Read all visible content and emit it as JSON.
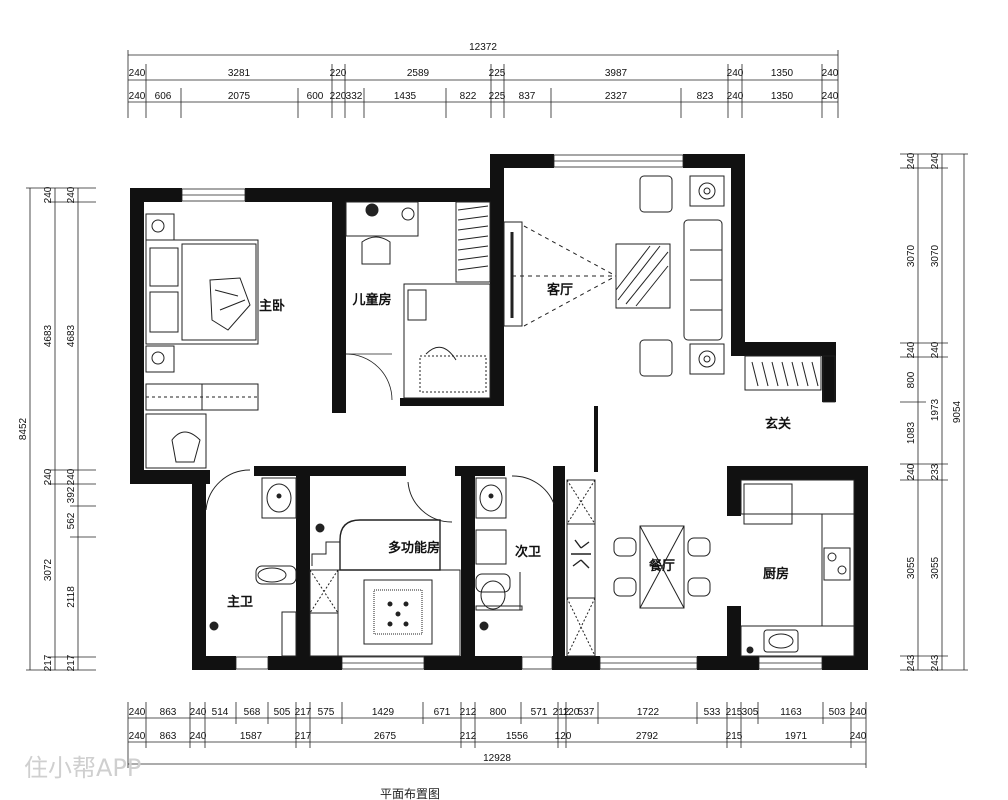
{
  "rooms": {
    "master_bedroom": "主卧",
    "kids_room": "儿童房",
    "living_room": "客厅",
    "entrance": "玄关",
    "multi_room": "多功能房",
    "master_bath": "主卫",
    "second_bath": "次卫",
    "dining_room": "餐厅",
    "kitchen": "厨房"
  },
  "top_dims": {
    "total": "12372",
    "row1": [
      "240",
      "3281",
      "220",
      "2589",
      "225",
      "3987",
      "240",
      "1350",
      "240"
    ],
    "row2": [
      "240",
      "606",
      "2075",
      "600",
      "220",
      "332",
      "1435",
      "822",
      "225",
      "837",
      "2327",
      "823",
      "240",
      "1350",
      "240"
    ]
  },
  "bottom_dims": {
    "total": "12928",
    "row1": [
      "240",
      "863",
      "240",
      "514",
      "568",
      "505",
      "217",
      "575",
      "1429",
      "671",
      "212",
      "800",
      "571",
      "212",
      "120",
      "537",
      "1722",
      "533",
      "215",
      "305",
      "1163",
      "503",
      "240"
    ],
    "row2": [
      "240",
      "863",
      "240",
      "1587",
      "217",
      "2675",
      "212",
      "1556",
      "120",
      "2792",
      "215",
      "1971",
      "240"
    ]
  },
  "left_dims": {
    "total": "8452",
    "row1": [
      "240",
      "4683",
      "240",
      "3072",
      "217"
    ],
    "row2": [
      "240",
      "4683",
      "240",
      "392",
      "562",
      "2118",
      "217"
    ]
  },
  "right_dims": {
    "total": "9054",
    "row1": [
      "240",
      "3070",
      "240",
      "800",
      "1083",
      "240",
      "3055",
      "243"
    ],
    "row2": [
      "240",
      "3070",
      "240",
      "1973",
      "233",
      "3055",
      "243"
    ]
  },
  "watermark": "住小帮APP",
  "caption": "平面布置图"
}
